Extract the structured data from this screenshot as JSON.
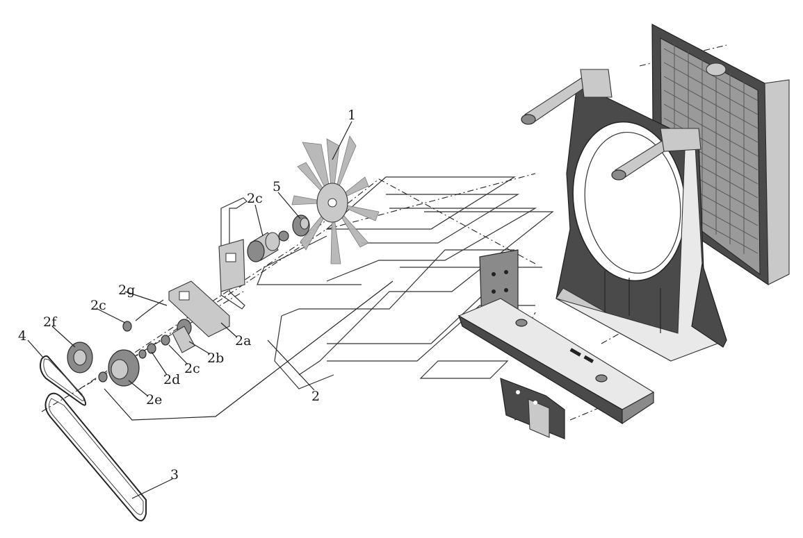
{
  "labels": {
    "fan": "1",
    "fan_drive_assembly": "2",
    "bracket": "2a",
    "pulley_shaft": "2b",
    "spacer_upper": "2c",
    "spacer_lower": "2c",
    "spacer_hub": "2c",
    "washer": "2d",
    "drive_pulley": "2e",
    "idler_pulley": "2f",
    "tension_bolt": "2g",
    "belt_long": "3",
    "belt_short": "4",
    "hub_flange": "5"
  }
}
